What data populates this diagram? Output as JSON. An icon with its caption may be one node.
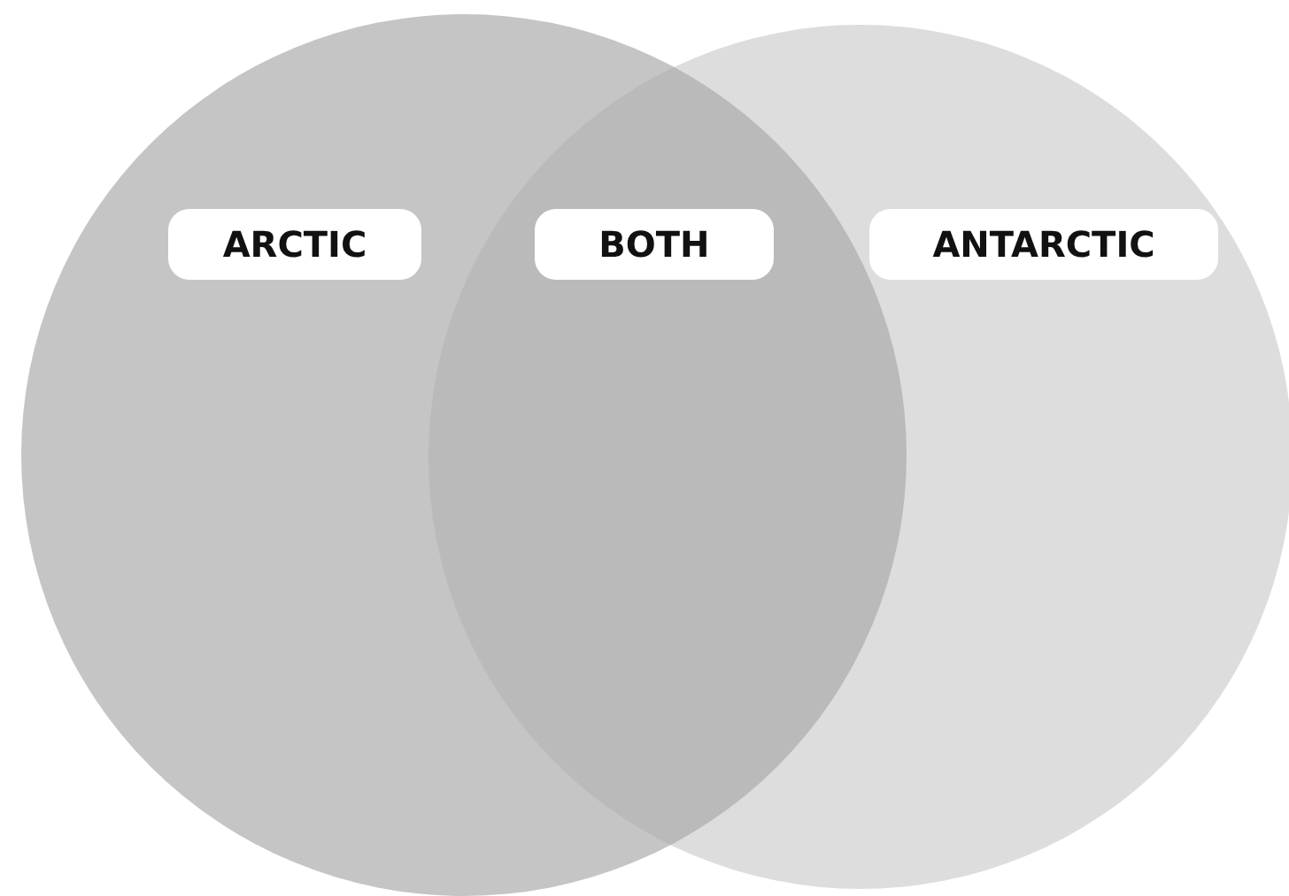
{
  "diagram": {
    "nodes": [
      {
        "text": [],
        "shape": "circle"
      },
      {
        "text": [],
        "shape": "circle"
      },
      {
        "text": [
          "ARCTIC"
        ],
        "in": 0
      },
      {
        "text": [
          "BOTH"
        ]
      },
      {
        "text": [
          "ANTARCTIC"
        ],
        "in": 1
      }
    ]
  }
}
